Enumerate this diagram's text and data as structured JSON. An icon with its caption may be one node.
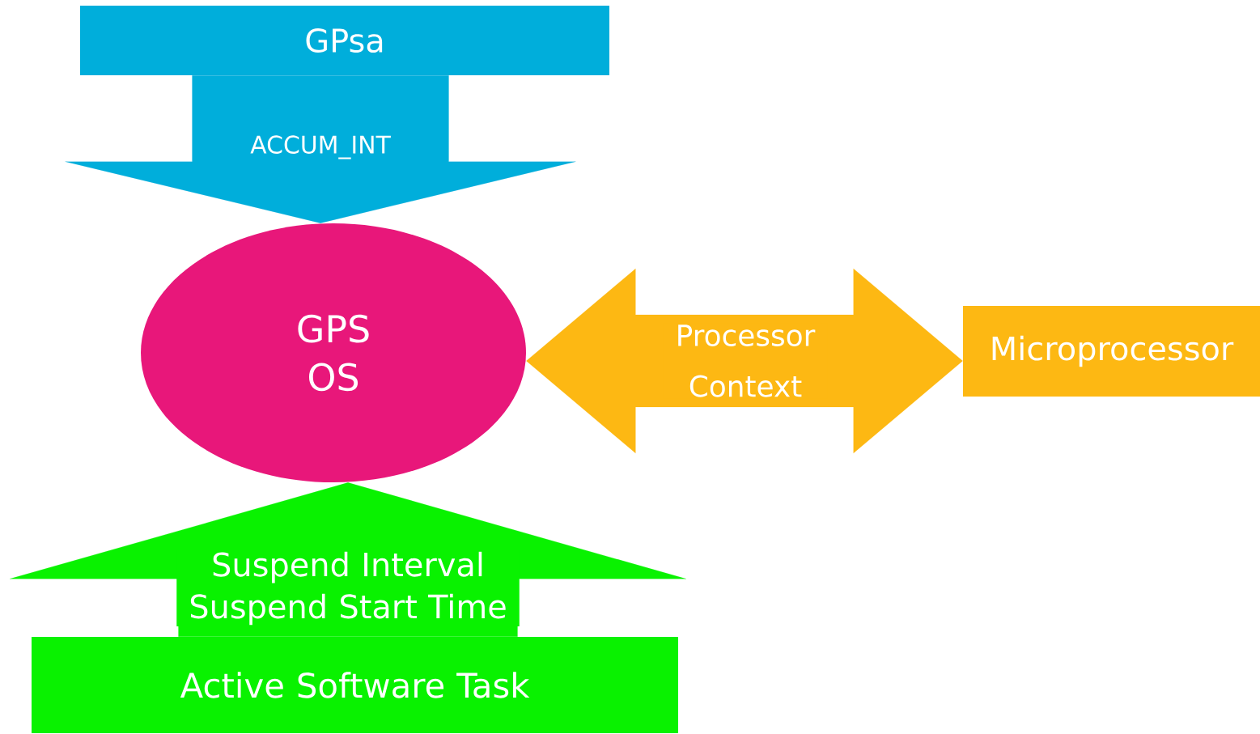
{
  "diagram": {
    "nodes": [
      {
        "text": [
          "GPsa"
        ]
      },
      {
        "text": [
          "GPS OS"
        ]
      },
      {
        "text": [
          "Microprocessor"
        ]
      },
      {
        "text": [
          "Active Software Task"
        ]
      }
    ],
    "edges": [
      {
        "from": 0,
        "to": 1,
        "arrow": "to",
        "label": "ACCUM_INT",
        "color": "#00aedb"
      },
      {
        "from": 1,
        "to": 2,
        "arrow": "both",
        "label": "Processor Context",
        "color": "#fdb813"
      },
      {
        "from": 3,
        "to": 1,
        "arrow": "to",
        "label": "Suspend Interval Suspend Start Time",
        "color": "#09f200"
      }
    ]
  }
}
